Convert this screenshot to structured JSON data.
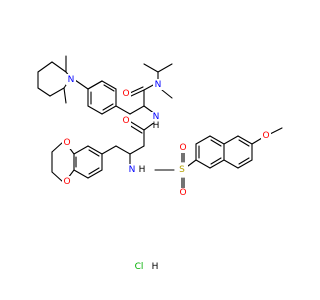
{
  "colors": {
    "background": "#ffffff",
    "carbon_bond": "#000000",
    "nitrogen": "#0000ff",
    "oxygen": "#ff0000",
    "sulfur": "#b3a300",
    "chlorine": "#00b000",
    "hydrogen": "#000000"
  },
  "atom_labels": {
    "N_piperidine": "N",
    "O_amide_top": "O",
    "N_amide_top": "N",
    "N_amide_mid": "N",
    "H_amide_mid": "H",
    "O_amide_mid": "O",
    "O_dioxole_1": "O",
    "O_dioxole_2": "O",
    "N_sulfonamide": "N",
    "H_sulfonamide": "H",
    "S_sulfonyl": "S",
    "O_sulfonyl_1": "O",
    "O_sulfonyl_2": "O",
    "O_methoxy": "O"
  },
  "salt": {
    "cl": "Cl",
    "h": "H"
  }
}
